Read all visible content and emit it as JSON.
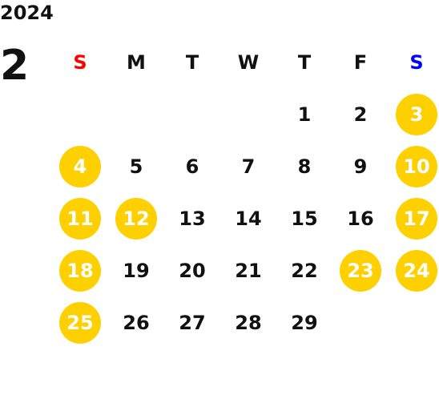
{
  "calendar": {
    "year": "2024",
    "month": "2",
    "weekdays": [
      {
        "label": "S",
        "color": "#ff0000"
      },
      {
        "label": "M",
        "color": "#111111"
      },
      {
        "label": "T",
        "color": "#111111"
      },
      {
        "label": "W",
        "color": "#111111"
      },
      {
        "label": "T",
        "color": "#111111"
      },
      {
        "label": "F",
        "color": "#111111"
      },
      {
        "label": "S",
        "color": "#0000ff"
      }
    ],
    "highlight_color": "#ffd000",
    "days": [
      {
        "label": "1",
        "highlighted": false
      },
      {
        "label": "2",
        "highlighted": false
      },
      {
        "label": "3",
        "highlighted": true
      },
      {
        "label": "4",
        "highlighted": true
      },
      {
        "label": "5",
        "highlighted": false
      },
      {
        "label": "6",
        "highlighted": false
      },
      {
        "label": "7",
        "highlighted": false
      },
      {
        "label": "8",
        "highlighted": false
      },
      {
        "label": "9",
        "highlighted": false
      },
      {
        "label": "10",
        "highlighted": true
      },
      {
        "label": "11",
        "highlighted": true
      },
      {
        "label": "12",
        "highlighted": true
      },
      {
        "label": "13",
        "highlighted": false
      },
      {
        "label": "14",
        "highlighted": false
      },
      {
        "label": "15",
        "highlighted": false
      },
      {
        "label": "16",
        "highlighted": false
      },
      {
        "label": "17",
        "highlighted": true
      },
      {
        "label": "18",
        "highlighted": true
      },
      {
        "label": "19",
        "highlighted": false
      },
      {
        "label": "20",
        "highlighted": false
      },
      {
        "label": "21",
        "highlighted": false
      },
      {
        "label": "22",
        "highlighted": false
      },
      {
        "label": "23",
        "highlighted": true
      },
      {
        "label": "24",
        "highlighted": true
      },
      {
        "label": "25",
        "highlighted": true
      },
      {
        "label": "26",
        "highlighted": false
      },
      {
        "label": "27",
        "highlighted": false
      },
      {
        "label": "28",
        "highlighted": false
      },
      {
        "label": "29",
        "highlighted": false
      }
    ]
  }
}
